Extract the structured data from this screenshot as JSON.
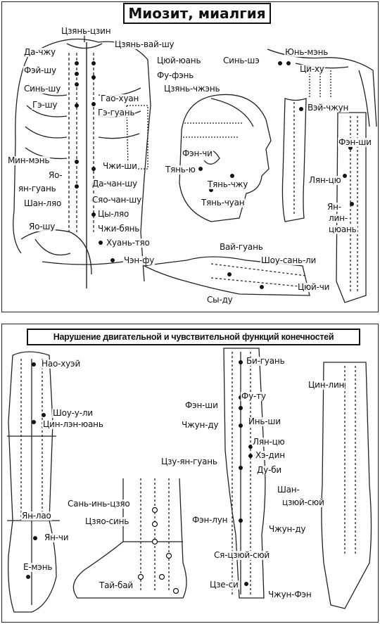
{
  "titles": {
    "top": "Миозит, миалгия",
    "bottom": "Нарушение двигательной и чувствительной функций конечностей"
  },
  "top_labels": {
    "tszyan_tszin": "Цзянь-цзин",
    "da_chzhu": "Да-чжу",
    "fei_shu": "Фэй-шу",
    "sin_shu": "Синь-шу",
    "ge_shu": "Гэ-шу",
    "min_men": "Мин-мэнь",
    "ya_men": "Яо-",
    "yan_guan": "ян-гуань",
    "shan_lyao": "Шан-ляо",
    "yao_shu": "Яо-шу",
    "tszyan_vai_shu": "Цзянь-вай-шу",
    "tsyui_yuan": "Цюй-юань",
    "fu_fen": "Фу-фэнь",
    "tszyan_chzhen": "Цзянь-чжэнь",
    "gao_huan": "Гао-хуан",
    "ge_guan": "Гэ-гуань",
    "chzhi_shi": "Чжи-ши",
    "da_chan_shu": "Да-чан-шу",
    "syao_chan_shu": "Сяо-чан-шу",
    "tsy_lyao": "Цы-ляо",
    "chzhi_byan": "Чжи-бянь",
    "huan_tyao": "Хуань-тяо",
    "chen_fu": "Чэн-фу",
    "fen_chi": "Фэн-чи",
    "tyan_yu": "Тянь-ю",
    "tyan_chzhu": "Тянь-чжу",
    "tyan_chuan": "Тянь-чуан",
    "sin_she": "Синь-шэ",
    "yun_men": "Юнь-мэнь",
    "tsi_hu": "Ци-ху",
    "vei_chzhun": "Вэй-чжун",
    "fen_shi": "Фэн-ши",
    "lyan_tsyu": "Лян-цю",
    "yan_lin": "Ян-",
    "lin_tsyuan": "лин-",
    "tsyuan": "цюань",
    "vai_guan": "Вай-гуань",
    "shou_san_li": "Шоу-сань-ли",
    "tsyui_chi": "Цюй-чи",
    "sy_du": "Сы-ду"
  },
  "bottom_labels": {
    "nao_huei": "Нао-хуэй",
    "shou_u_li": "Шоу-у-ли",
    "tsin_len_yuan": "Цин-лэн-юань",
    "yan_lao": "Ян-лао",
    "yan_chi": "Ян-чи",
    "e_men": "Е-мэнь",
    "san_in_tszyao": "Сань-инь-цзяо",
    "tszyao_sin": "Цзяо-синь",
    "tai_bai": "Тай-бай",
    "bi_guan": "Би-гуань",
    "fu_tu": "Фу-ту",
    "fen_shi": "Фэн-ши",
    "in_shi": "Инь-ши",
    "chzhun_du_1": "Чжун-ду",
    "lyan_tsyu": "Лян-цю",
    "he_din": "Хэ-дин",
    "tszu_yan_guan": "Цзу-ян-гуань",
    "du_bi": "Ду-би",
    "shan": "Шан-",
    "tszyui_syui": "цзюй-сюй",
    "fen_lun": "Фэн-лун",
    "chzhun_du_2": "Чжун-ду",
    "sya_tszyui_syui": "Ся-цзюй-сюй",
    "tsze_si": "Цзе-си",
    "chzhun_fen": "Чжун-Фэн",
    "tsin_lin": "Цин-лин"
  }
}
